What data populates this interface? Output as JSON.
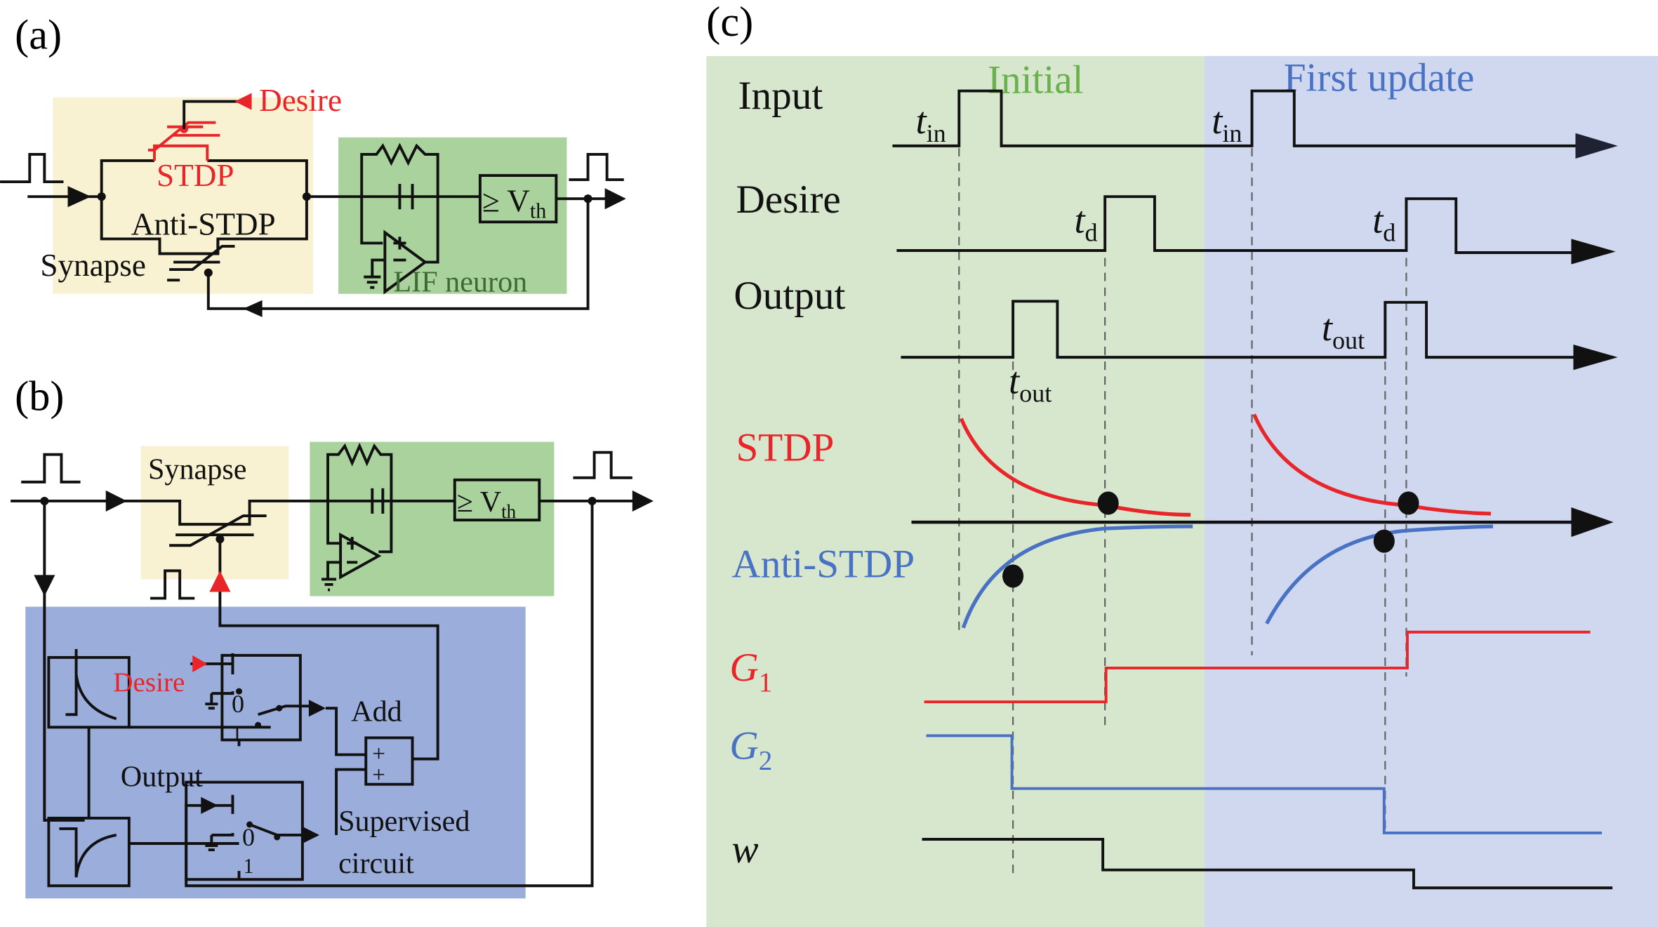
{
  "panels": {
    "a": {
      "label": "(a)",
      "desire": "Desire",
      "stdp": "STDP",
      "anti_stdp": "Anti-STDP",
      "synapse": "Synapse",
      "vth": "≥ V",
      "vth_sub": "th",
      "lif": "LIF neuron"
    },
    "b": {
      "label": "(b)",
      "synapse": "Synapse",
      "vth": "≥ V",
      "vth_sub": "th",
      "desire": "Desire",
      "add": "Add",
      "output": "Output",
      "supervised_1": "Supervised",
      "supervised_2": "circuit",
      "zero": "0",
      "one": "1",
      "plus": "+"
    },
    "c": {
      "label": "(c)",
      "phase_initial": "Initial",
      "phase_update": "First update",
      "rows": {
        "input": "Input",
        "desire": "Desire",
        "output": "Output",
        "stdp": "STDP",
        "anti_stdp": "Anti-STDP",
        "g1": "G",
        "g1_sub": "1",
        "g2": "G",
        "g2_sub": "2",
        "w": "w"
      },
      "t": "t",
      "t_in": "in",
      "t_d": "d",
      "t_out": "out"
    }
  },
  "colors": {
    "synapse_bg": "#f8f2d2",
    "neuron_bg": "#a9d29c",
    "supervised_bg": "#9baedb",
    "initial_bg": "#d7e7cd",
    "update_bg": "#cfd8ee",
    "red": "#e8262a",
    "blue": "#4a72c4",
    "green_text": "#6ab04c"
  }
}
